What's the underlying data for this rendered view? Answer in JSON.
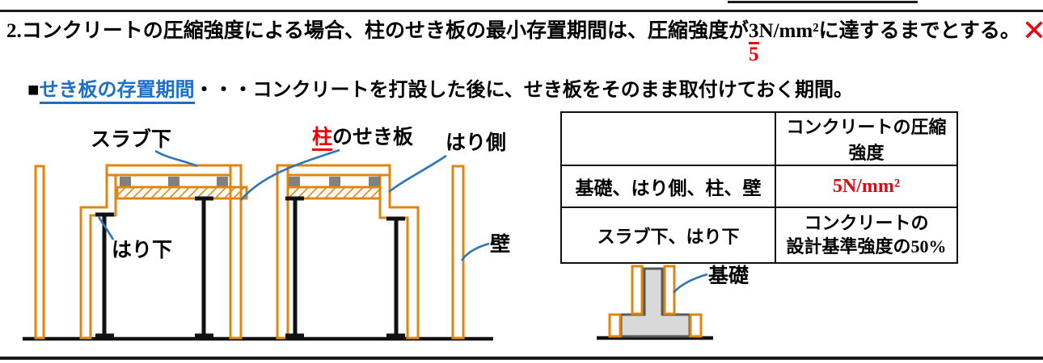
{
  "title": {
    "prefix": "2.コンクリートの圧縮強度による場合、柱のせき板の最小存置期間は、圧縮強度が",
    "wrong_value": "3",
    "correction": "5",
    "suffix": "N/mm²に達するまでとする。",
    "mark": "✕"
  },
  "subtitle": {
    "bullet": "■",
    "link": "せき板の存置期間",
    "rest": "・・・コンクリートを打設した後に、せき板をそのまま取付けておく期間。"
  },
  "diagram": {
    "labels": {
      "slab_under": "スラブ下",
      "column_red": "柱",
      "column_rest": "のせき板",
      "beam_side": "はり側",
      "beam_under": "はり下",
      "wall": "壁",
      "foundation": "基礎"
    }
  },
  "table": {
    "header_col1": "",
    "header_col2": "コンクリートの圧縮強度",
    "rows": [
      {
        "c1": "基礎、はり側、柱、壁",
        "c2": "5N/mm²"
      },
      {
        "c1": "スラブ下、はり下",
        "c2_line1": "コンクリートの",
        "c2_line2": "設計基準強度の50%"
      }
    ]
  },
  "colors": {
    "formwork_orange": "#E0850F",
    "leader_blue": "#2E75B6",
    "link_blue": "#1B6FC8",
    "correction_red": "#EE0000",
    "mark_red": "#E30613",
    "spacer_gray": "#808080",
    "concrete_fill": "#D9D9D9",
    "concrete_border": "#595959",
    "rule_black": "#1A1A1A"
  }
}
